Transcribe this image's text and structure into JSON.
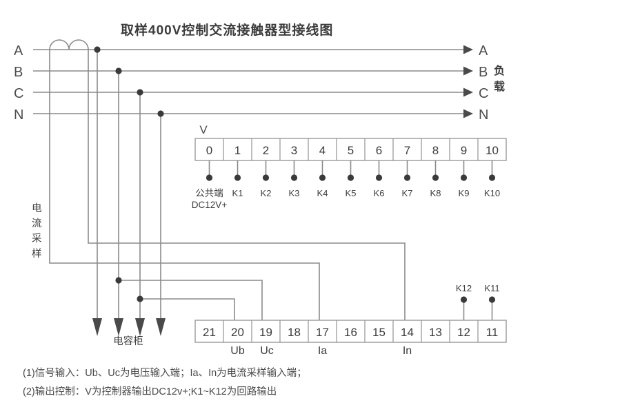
{
  "title": "取样400V控制交流接触器型接线图",
  "phases": {
    "left": [
      "A",
      "B",
      "C",
      "N"
    ],
    "right": [
      "A",
      "B",
      "C",
      "N"
    ],
    "load_label": "负载"
  },
  "left_vertical_label": "电流采样",
  "capacitor_label": "电容柜",
  "top_block": {
    "v_label": "V",
    "cells": [
      "0",
      "1",
      "2",
      "3",
      "4",
      "5",
      "6",
      "7",
      "8",
      "9",
      "10"
    ],
    "terminal_labels": [
      "公共端",
      "K1",
      "K2",
      "K3",
      "K4",
      "K5",
      "K6",
      "K7",
      "K8",
      "K9",
      "K10"
    ],
    "common_sub_label": "DC12V+"
  },
  "bottom_block": {
    "cells": [
      "21",
      "20",
      "19",
      "18",
      "17",
      "16",
      "15",
      "14",
      "13",
      "12",
      "11"
    ],
    "signal_labels": [
      {
        "cell": "20",
        "label": "Ub"
      },
      {
        "cell": "19",
        "label": "Uc"
      },
      {
        "cell": "17",
        "label": "Ia"
      },
      {
        "cell": "14",
        "label": "In"
      }
    ],
    "top_terminal_labels": [
      {
        "cell": "12",
        "label": "K12"
      },
      {
        "cell": "11",
        "label": "K11"
      }
    ]
  },
  "notes": [
    "(1)信号输入：Ub、Uc为电压输入端；Ia、In为电流采样输入端；",
    "(2)输出控制：V为控制器输出DC12v+;K1~K12为回路输出"
  ],
  "colors": {
    "wire": "#8a8a8a",
    "node": "#3a3a3a",
    "text": "#3c3c3c",
    "box_stroke": "#9a9a9a",
    "background": "#ffffff"
  }
}
